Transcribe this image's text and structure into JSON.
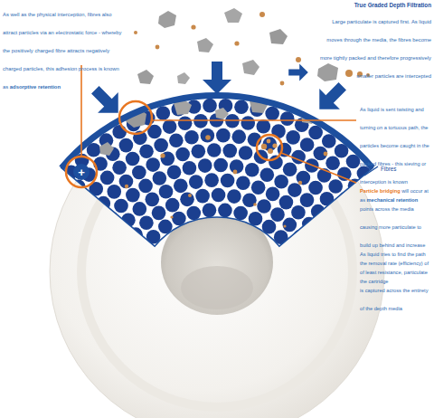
{
  "diagram": {
    "labels": [
      "As well as the physical interception, fibres also attract particles via an electrostatic force - whereby the positively charged fibre attracts negatively charged particles, this adhesion process is known as",
      "adsorptive retention",
      "True Graded Depth Filtration",
      "Large particulate is captured first. As liquid moves through the media, the fibres become more tightly packed and therefore progressively smaller particles are intercepted",
      "+",
      "Fibres",
      "As liquid is sent twisting and turning on a tortuous path, the particles become caught in the packed fibres - this sieving or interception is known as",
      "mechanical retention",
      "Particle bridging",
      "will occur at points across the media causing more particulate to build up behind and increase the removal rate (efficiency) of the cartridge",
      "As liquid tries to find the path of least resistance, particulate is captured across the entirety of the depth media"
    ]
  }
}
